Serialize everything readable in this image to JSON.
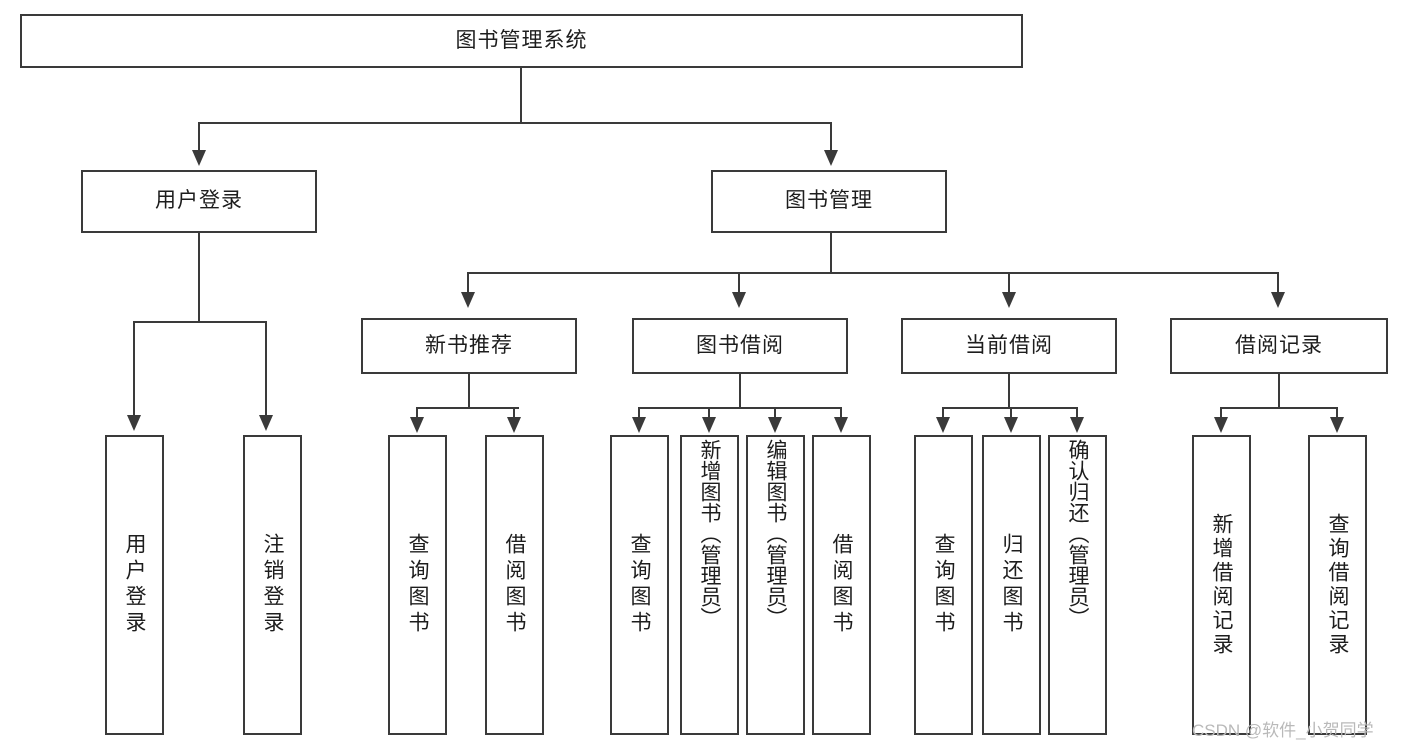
{
  "diagram": {
    "title": "图书管理系统",
    "type": "tree",
    "root": {
      "label": "图书管理系统"
    },
    "level2": [
      {
        "id": "user-login",
        "label": "用户登录"
      },
      {
        "id": "book-manage",
        "label": "图书管理"
      }
    ],
    "level3": [
      {
        "id": "new-book-recommend",
        "label": "新书推荐",
        "parent": "book-manage"
      },
      {
        "id": "book-borrow",
        "label": "图书借阅",
        "parent": "book-manage"
      },
      {
        "id": "current-borrow",
        "label": "当前借阅",
        "parent": "book-manage"
      },
      {
        "id": "borrow-record",
        "label": "借阅记录",
        "parent": "book-manage"
      }
    ],
    "leaves": [
      {
        "id": "leaf-user-login",
        "label": "用户登录",
        "parent": "user-login"
      },
      {
        "id": "leaf-user-logout",
        "label": "注销登录",
        "parent": "user-login"
      },
      {
        "id": "leaf-query-book-1",
        "label": "查询图书",
        "parent": "new-book-recommend"
      },
      {
        "id": "leaf-borrow-book-1",
        "label": "借阅图书",
        "parent": "new-book-recommend"
      },
      {
        "id": "leaf-query-book-2",
        "label": "查询图书",
        "parent": "book-borrow"
      },
      {
        "id": "leaf-add-book",
        "label": "新增图书（管理员）",
        "parent": "book-borrow"
      },
      {
        "id": "leaf-edit-book",
        "label": "编辑图书（管理员）",
        "parent": "book-borrow"
      },
      {
        "id": "leaf-borrow-book-2",
        "label": "借阅图书",
        "parent": "book-borrow"
      },
      {
        "id": "leaf-query-book-3",
        "label": "查询图书",
        "parent": "current-borrow"
      },
      {
        "id": "leaf-return-book",
        "label": "归还图书",
        "parent": "current-borrow"
      },
      {
        "id": "leaf-confirm-return",
        "label": "确认归还（管理员）",
        "parent": "current-borrow"
      },
      {
        "id": "leaf-add-record",
        "label": "新增借阅记录",
        "parent": "borrow-record"
      },
      {
        "id": "leaf-query-record",
        "label": "查询借阅记录",
        "parent": "borrow-record"
      }
    ]
  },
  "watermark": {
    "text": "CSDN @软件_小贺同学"
  },
  "colors": {
    "stroke": "#3a3a3a",
    "text": "#1d1d1d",
    "background": "#ffffff",
    "watermark": "#b9b9b9"
  }
}
